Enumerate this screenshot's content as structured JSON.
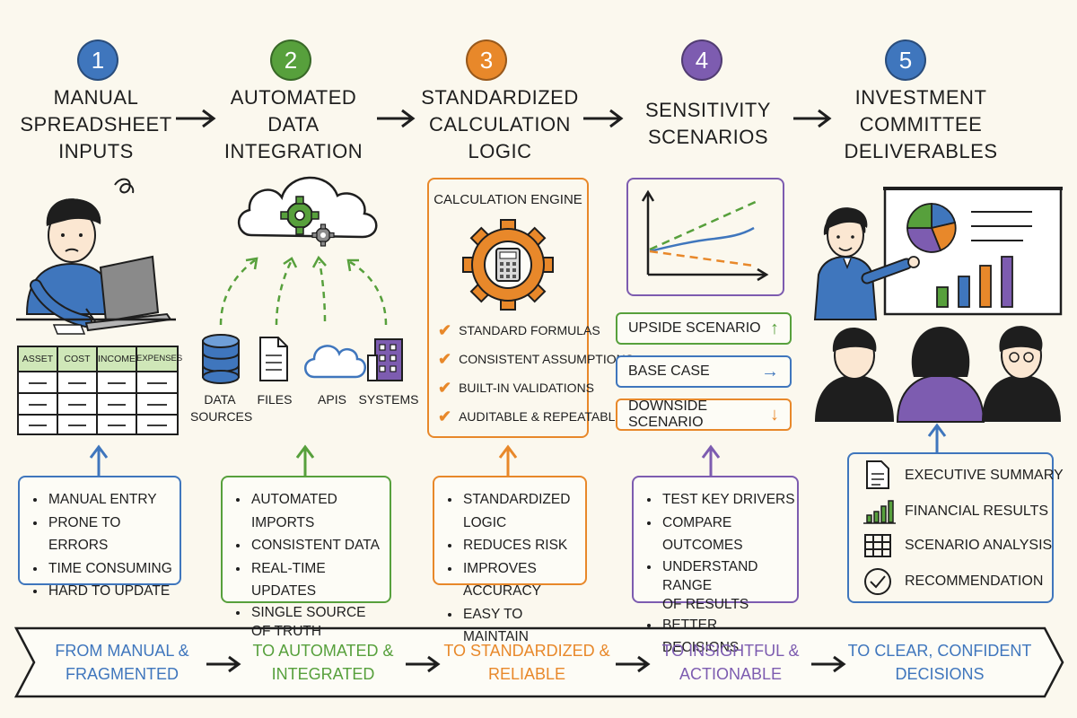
{
  "colors": {
    "blue": "#3f76bd",
    "green": "#57a03c",
    "orange": "#e8882a",
    "purple": "#7d5cb0",
    "ink": "#1e1e1e"
  },
  "steps": [
    {
      "number": "1",
      "title": "MANUAL\nSPREADSHEET\nINPUTS"
    },
    {
      "number": "2",
      "title": "AUTOMATED\nDATA\nINTEGRATION"
    },
    {
      "number": "3",
      "title": "STANDARDIZED\nCALCULATION\nLOGIC"
    },
    {
      "number": "4",
      "title": "SENSITIVITY\nSCENARIOS"
    },
    {
      "number": "5",
      "title": "INVESTMENT\nCOMMITTEE\nDELIVERABLES"
    }
  ],
  "spreadsheet": {
    "headers": [
      "ASSET",
      "COST",
      "INCOME",
      "EXPENSES"
    ]
  },
  "sources": [
    {
      "label": "DATA\nSOURCES",
      "icon": "database-icon"
    },
    {
      "label": "FILES",
      "icon": "file-icon"
    },
    {
      "label": "APIS",
      "icon": "cloud-icon"
    },
    {
      "label": "SYSTEMS",
      "icon": "building-icon"
    }
  ],
  "engine": {
    "title": "CALCULATION ENGINE",
    "items": [
      "STANDARD FORMULAS",
      "CONSISTENT ASSUMPTIONS",
      "BUILT-IN VALIDATIONS",
      "AUDITABLE & REPEATABLE"
    ]
  },
  "scenarios": [
    {
      "label": "UPSIDE SCENARIO",
      "arrow": "↑"
    },
    {
      "label": "BASE CASE",
      "arrow": "→"
    },
    {
      "label": "DOWNSIDE SCENARIO",
      "arrow": "↓"
    }
  ],
  "bullets": [
    [
      "MANUAL ENTRY",
      "PRONE TO ERRORS",
      "TIME CONSUMING",
      "HARD TO UPDATE"
    ],
    [
      "AUTOMATED IMPORTS",
      "CONSISTENT DATA",
      "REAL-TIME UPDATES",
      "SINGLE SOURCE\nOF TRUTH"
    ],
    [
      "STANDARDIZED LOGIC",
      "REDUCES RISK",
      "IMPROVES ACCURACY",
      "EASY TO MAINTAIN"
    ],
    [
      "TEST KEY DRIVERS",
      "COMPARE OUTCOMES",
      "UNDERSTAND RANGE\nOF RESULTS",
      "BETTER DECISIONS"
    ]
  ],
  "deliverables": [
    {
      "label": "EXECUTIVE SUMMARY",
      "icon": "document-icon"
    },
    {
      "label": "FINANCIAL RESULTS",
      "icon": "bar-chart-icon"
    },
    {
      "label": "SCENARIO ANALYSIS",
      "icon": "grid-icon"
    },
    {
      "label": "RECOMMENDATION",
      "icon": "checkmark-icon"
    }
  ],
  "banner": [
    "FROM MANUAL &\nFRAGMENTED",
    "TO AUTOMATED &\nINTEGRATED",
    "TO STANDARDIZED &\nRELIABLE",
    "TO INSIGHTFUL &\nACTIONABLE",
    "TO CLEAR, CONFIDENT\nDECISIONS"
  ]
}
